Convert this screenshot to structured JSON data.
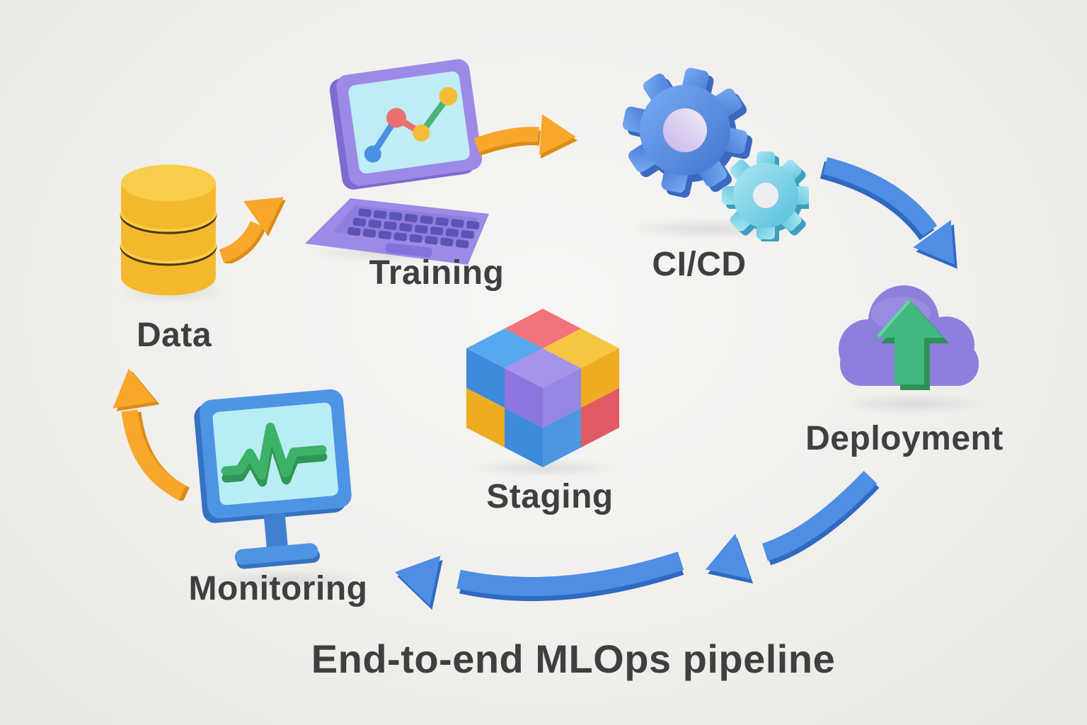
{
  "title": "End-to-end MLOps pipeline",
  "nodes": {
    "data": {
      "label": "Data",
      "icon": "database-icon"
    },
    "training": {
      "label": "Training",
      "icon": "laptop-chart-icon"
    },
    "cicd": {
      "label": "CI/CD",
      "icon": "gears-icon"
    },
    "deployment": {
      "label": "Deployment",
      "icon": "cloud-upload-icon"
    },
    "staging": {
      "label": "Staging",
      "icon": "cube-blocks-icon"
    },
    "monitoring": {
      "label": "Monitoring",
      "icon": "monitor-pulse-icon"
    }
  },
  "edges": [
    {
      "from": "Data",
      "to": "Training",
      "arrow": "arrow-data-to-training",
      "color": "#F8A72B"
    },
    {
      "from": "Training",
      "to": "CI/CD",
      "arrow": "arrow-training-to-cicd",
      "color": "#F8A72B"
    },
    {
      "from": "CI/CD",
      "to": "Deployment",
      "arrow": "arrow-cicd-to-deployment",
      "color": "#4E8EE4"
    },
    {
      "from": "Deployment",
      "to": "Monitoring",
      "arrow": "arrow-deployment-return",
      "color": "#4E8EE4"
    },
    {
      "from": "Deployment",
      "to": "Monitoring",
      "arrow": "arrow-return-to-monitoring",
      "color": "#4E8EE4"
    },
    {
      "from": "Monitoring",
      "to": "Data",
      "arrow": "arrow-monitoring-to-data",
      "color": "#F8A72B"
    }
  ],
  "colors": {
    "background": "#F1EFEC",
    "text": "#3F3F3F",
    "orange_arrow": "#F8A72B",
    "orange_arrow_dark": "#DA8C16",
    "blue_arrow": "#4E8EE4",
    "blue_arrow_dark": "#3069C2",
    "database_yellow": "#F3B82B",
    "database_yellow_top": "#F8CD49",
    "laptop_purple": "#9C8AE6",
    "screen_cyan": "#C0ECF5",
    "gear_blue": "#4E82D8",
    "gear_cyan": "#7ED2E6",
    "cloud_purple": "#8D80DC",
    "upload_green": "#3FB97E",
    "monitor_blue": "#4E94E4",
    "pulse_green": "#3CB268",
    "cube_blue": "#57A7EE",
    "cube_red": "#F1737B",
    "cube_yellow": "#F6C640",
    "cube_purple": "#A693EA"
  }
}
